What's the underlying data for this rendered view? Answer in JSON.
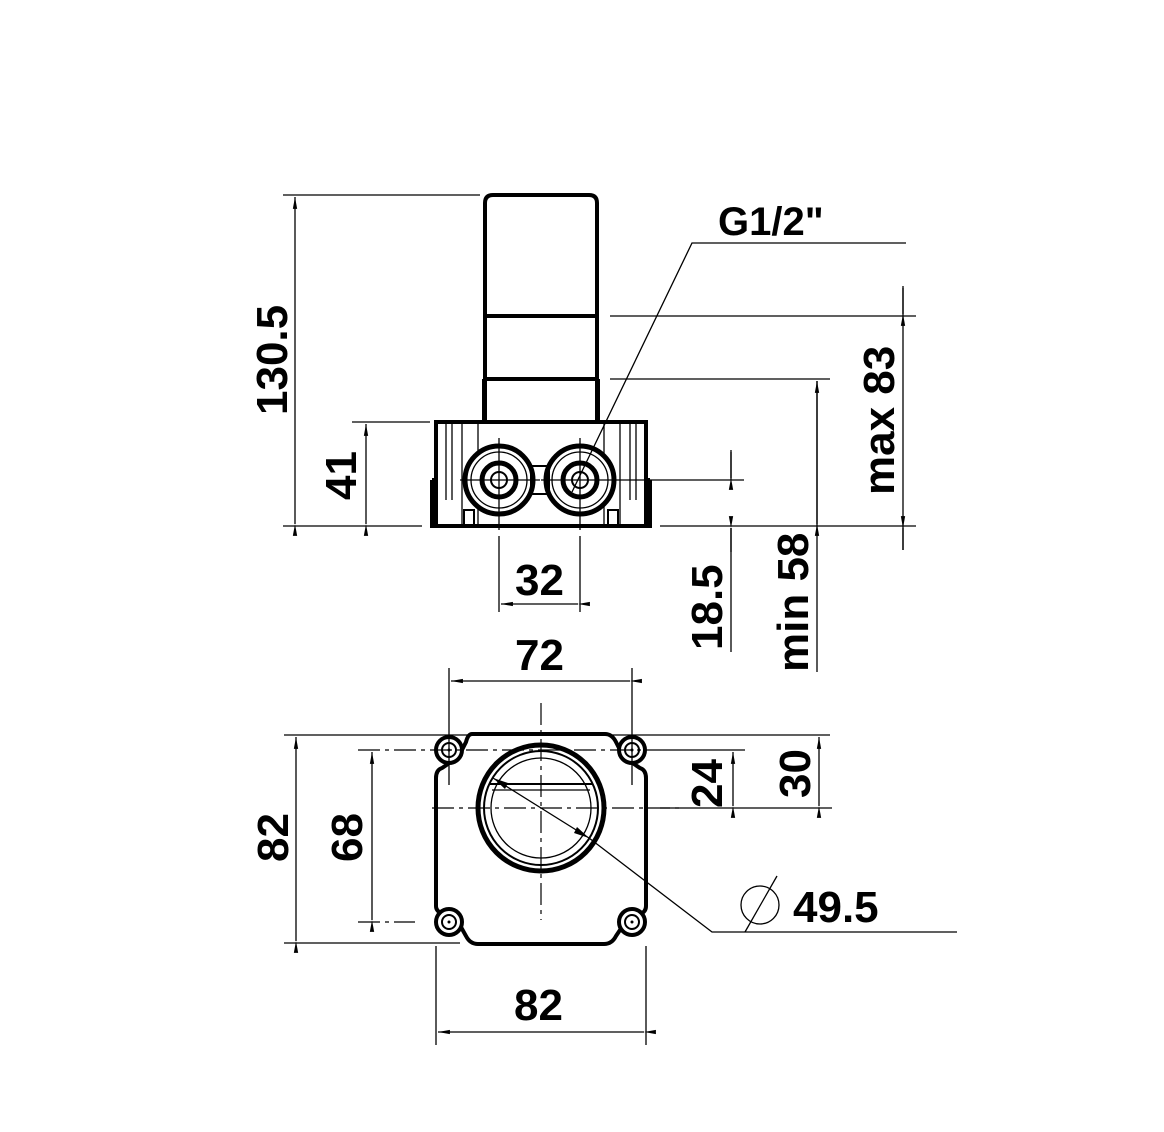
{
  "drawing": {
    "type": "technical dimension drawing",
    "views": [
      "side-view",
      "top-view"
    ],
    "units": "mm"
  },
  "side_view": {
    "labels": {
      "thread": "G1/2\"",
      "overall_height": "130.5",
      "base_height": "41",
      "inlet_spacing": "32",
      "inlet_height": "18.5",
      "min_depth": "min 58",
      "max_depth": "max 83"
    }
  },
  "top_view": {
    "labels": {
      "hole_spacing_x": "72",
      "outer_height": "82",
      "hole_spacing_y": "68",
      "outer_width": "82",
      "center_offset_small": "24",
      "center_offset_large": "30",
      "bore_diameter": "49.5"
    },
    "diameter_symbol": "⌀"
  },
  "colors": {
    "background": "#ffffff",
    "line": "#000000"
  }
}
